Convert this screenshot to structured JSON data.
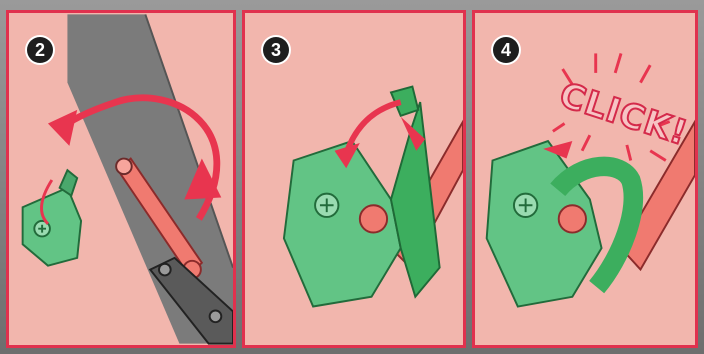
{
  "steps": [
    {
      "number": "2"
    },
    {
      "number": "3"
    },
    {
      "number": "4",
      "callout": "CLICK!"
    }
  ],
  "colors": {
    "panel_background": "#f2b6ad",
    "panel_border": "#e0314e",
    "arrow": "#e8354f",
    "clip": "#5cc080",
    "frame": "#7b7b7b"
  }
}
